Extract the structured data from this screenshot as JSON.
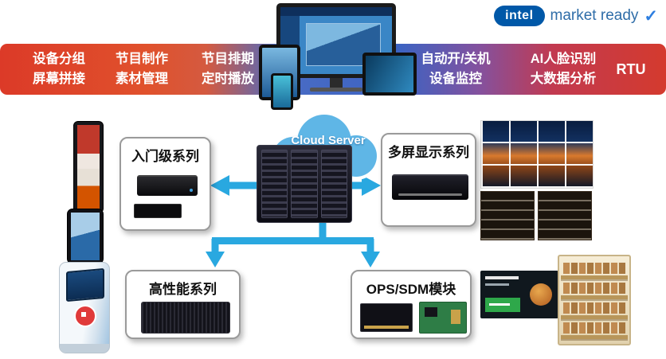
{
  "intel": {
    "brand": "intel",
    "text": "market ready",
    "check": "✓"
  },
  "banner": {
    "items": [
      {
        "line1": "设备分组",
        "line2": "屏幕拼接"
      },
      {
        "line1": "节目制作",
        "line2": "素材管理"
      },
      {
        "line1": "节目排期",
        "line2": "定时播放"
      },
      {
        "line1": "自动开/关机",
        "line2": "设备监控"
      },
      {
        "line1": "AI人脸识别",
        "line2": "大数据分析"
      },
      {
        "line1": "RTU",
        "line2": ""
      }
    ]
  },
  "cloud": {
    "label": "Cloud Server"
  },
  "nodes": {
    "entry": {
      "label": "入门级系列"
    },
    "multiscreen": {
      "label": "多屏显示系列"
    },
    "performance": {
      "label": "高性能系列"
    },
    "ops": {
      "label": "OPS/SDM模块"
    }
  },
  "colors": {
    "arrow": "#29a8e0",
    "intel_blue": "#0058a8",
    "banner_red_left": "#dc3a28",
    "banner_blue_center": "#3c63c2",
    "banner_red_right": "#d43a2e"
  }
}
